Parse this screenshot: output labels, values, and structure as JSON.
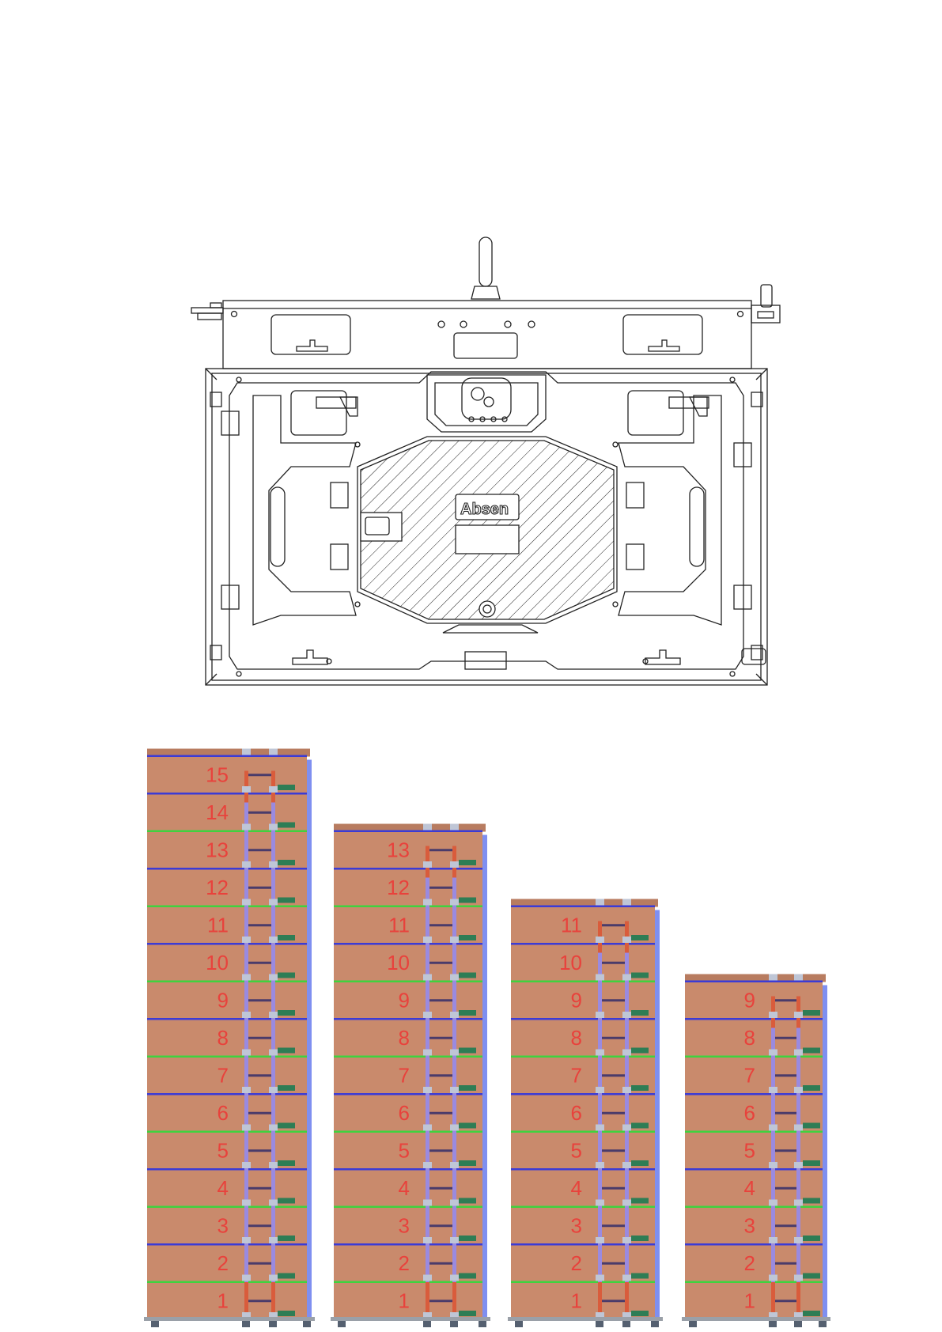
{
  "cabinet_drawing": {
    "brand_logo": "Absen"
  },
  "stacks": [
    {
      "panel_count": 15,
      "labels": [
        "1",
        "2",
        "3",
        "4",
        "5",
        "6",
        "7",
        "8",
        "9",
        "10",
        "11",
        "12",
        "13",
        "14",
        "15"
      ]
    },
    {
      "panel_count": 13,
      "labels": [
        "1",
        "2",
        "3",
        "4",
        "5",
        "6",
        "7",
        "8",
        "9",
        "10",
        "11",
        "12",
        "13"
      ]
    },
    {
      "panel_count": 11,
      "labels": [
        "1",
        "2",
        "3",
        "4",
        "5",
        "6",
        "7",
        "8",
        "9",
        "10",
        "11"
      ]
    },
    {
      "panel_count": 9,
      "labels": [
        "1",
        "2",
        "3",
        "4",
        "5",
        "6",
        "7",
        "8",
        "9"
      ]
    }
  ],
  "colors": {
    "panel_fill": "#c98a6c",
    "blue_seam": "#3b3bd6",
    "green_seam": "#3fd23f",
    "side_rail": "#7f8ff0",
    "left_tube": "#d95c3c",
    "right_tube": "#9a8ae0",
    "label_red": "#e8423c",
    "connector": "#2e7d55"
  }
}
